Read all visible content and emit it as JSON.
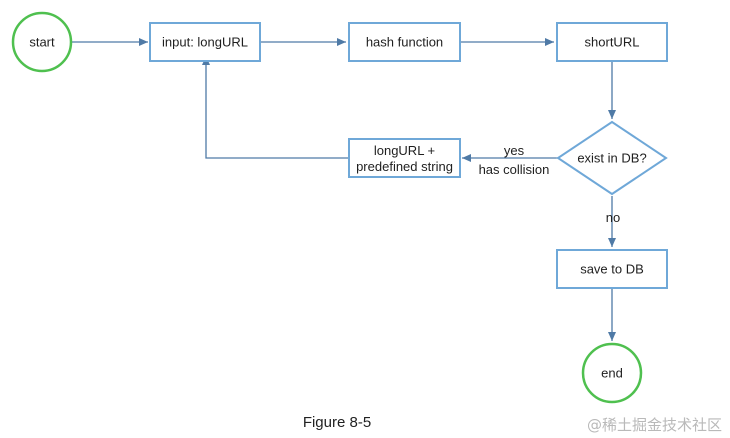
{
  "nodes": {
    "start": "start",
    "input": "input: longURL",
    "hash": "hash function",
    "short": "shortURL",
    "exist": "exist in DB?",
    "concat_line1": "longURL +",
    "concat_line2": "predefined string",
    "save": "save to DB",
    "end": "end"
  },
  "edges": {
    "yes": "yes",
    "collision": "has collision",
    "no": "no"
  },
  "caption": "Figure 8-5",
  "watermark": "@稀土掘金技术社区",
  "colors": {
    "box_stroke": "#6fa8d8",
    "circle_stroke": "#4fc04f",
    "arrow": "#4f7aa6"
  }
}
